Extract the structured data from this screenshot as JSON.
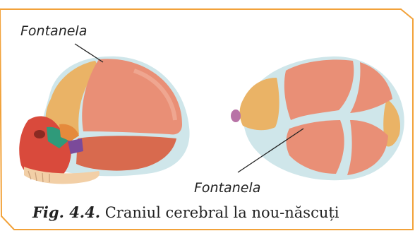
{
  "labels": {
    "fontanel_top": "Fontanela",
    "fontanel_bottom": "Fontanela"
  },
  "caption": {
    "prefix": "Fig. 4.4.",
    "text": " Craniul cerebral la nou-născuți"
  },
  "colors": {
    "frame_orange": "#f2a23a",
    "skin": "#e98f76",
    "bone_yellow": "#eab366",
    "membrane": "#cfe6ea",
    "face_red": "#d94a3c"
  }
}
